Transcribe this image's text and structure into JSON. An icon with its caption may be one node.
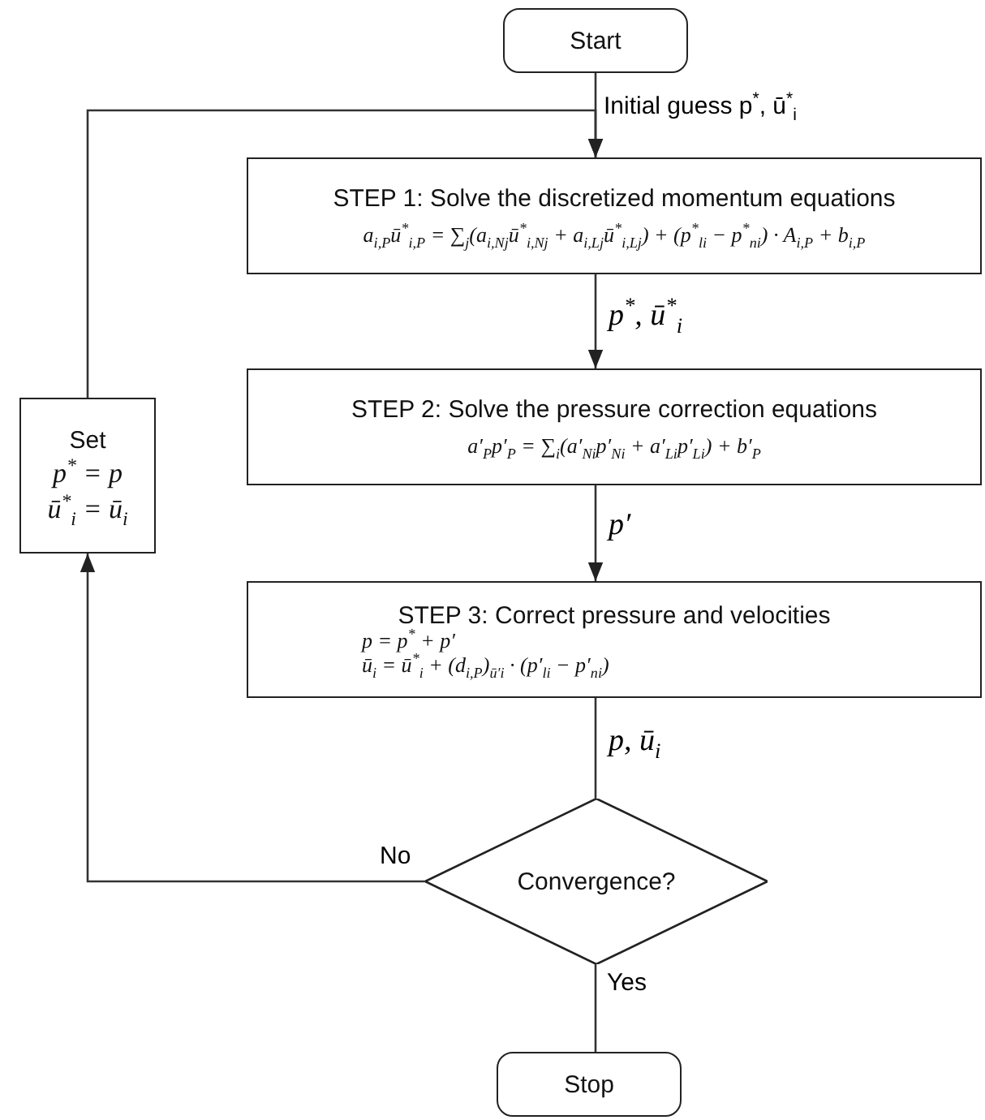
{
  "diagram": {
    "nodes": [
      {
        "text": [
          "Start"
        ]
      },
      {
        "text": [
          "STEP 1: Solve the discretized momentum equations",
          "a$_{i,P}$ū$^{*}$$_{i,P}$ = ∑$_{j}$(a$_{i,Nj}$ū$^{*}$$_{i,Nj}$ + a$_{i,Lj}$ū$^{*}$$_{i,Lj}$) + (p$^{*}$$_{li}$ − p$^{*}$$_{ni}$) · A$_{i,P}$ + b$_{i,P}$"
        ]
      },
      {
        "text": [
          "STEP 2: Solve the pressure correction equations",
          "a′$_{P}$p′$_{P}$ = ∑$_{i}$(a′$_{Ni}$p′$_{Ni}$ + a′$_{Li}$p′$_{Li}$) + b′$_{P}$"
        ]
      },
      {
        "text": [
          "STEP 3: Correct pressure and velocities",
          "p = p$^{*}$ + p′",
          "ū$_{i}$ = ū$^{*}$$_{i}$ + (d$_{i,P}$)$_{ū′i}$ · (p′$_{li}$ − p′$_{ni}$)"
        ]
      },
      {
        "text": [
          "Convergence?"
        ]
      },
      {
        "text": [
          "Stop"
        ]
      },
      {
        "text": [
          "Set",
          "p$^{*}$ = p",
          "ū$^{*}$$_{i}$ = ū$_{i}$"
        ]
      }
    ],
    "edges": [
      {
        "from": 0,
        "to": 1,
        "arrow": "to",
        "label": "Initial guess p$^{*}$, ū$^{*}$$_{i}$"
      },
      {
        "from": 1,
        "to": 2,
        "arrow": "to",
        "label": "p$^{*}$, ū$^{*}$$_{i}$"
      },
      {
        "from": 2,
        "to": 3,
        "arrow": "to",
        "label": "p′"
      },
      {
        "from": 3,
        "to": 4,
        "arrow": "none",
        "label": "p, ū$_{i}$"
      },
      {
        "from": 4,
        "to": 6,
        "arrow": "to",
        "label": "No"
      },
      {
        "from": 6,
        "to": 1,
        "arrow": "to"
      },
      {
        "from": 4,
        "to": 5,
        "arrow": "none",
        "label": "Yes"
      }
    ]
  }
}
